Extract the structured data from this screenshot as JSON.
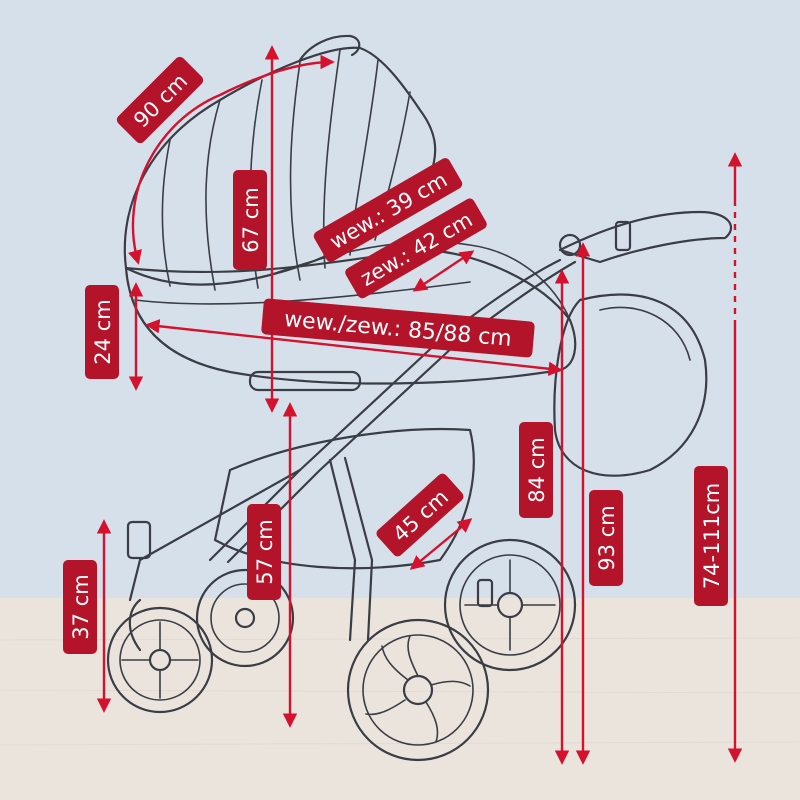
{
  "colors": {
    "wall": "#d6e0ea",
    "floor": "#ebe4dc",
    "line": "#3a3d45",
    "accent": "#d4122e",
    "label_bg": "#b3142a"
  },
  "dimensions": {
    "canopy_arc": "90 cm",
    "canopy_height": "67 cm",
    "carrycot_side": "24 cm",
    "inner_width": "wew.: 39 cm",
    "outer_width": "zew.: 42 cm",
    "length": "wew./zew.: 85/88 cm",
    "wheelbase_seat": "45 cm",
    "front_wheel_height": "37 cm",
    "frame_height": "57 cm",
    "seat_height": "84 cm",
    "handle_base": "93 cm",
    "handle_range": "74-111cm"
  }
}
